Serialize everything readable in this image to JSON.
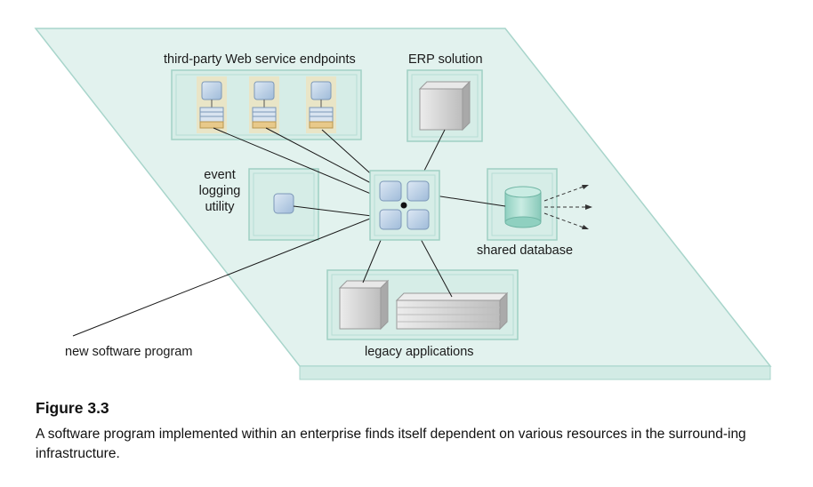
{
  "labels": {
    "web_services": "third-party Web service endpoints",
    "erp": "ERP solution",
    "event_logging": [
      "event",
      "logging",
      "utility"
    ],
    "shared_database": "shared database",
    "legacy": "legacy applications",
    "new_program": "new software program"
  },
  "figure": {
    "title": "Figure 3.3",
    "caption": "A software program implemented within an enterprise finds itself dependent on various resources in the surround-ing infrastructure."
  },
  "colors": {
    "plane_fill": "#e2f2ee",
    "plane_stroke": "#a8d5cb",
    "container_fill": "#d6ede7",
    "container_stroke": "#9fd0c4",
    "component_fill": "#c6d8ec",
    "component_stroke": "#7c98b8",
    "database_fill": "#a9dccf",
    "server_fill": "#d4d4d4",
    "endpoint_accent": "#f2e0b6"
  }
}
